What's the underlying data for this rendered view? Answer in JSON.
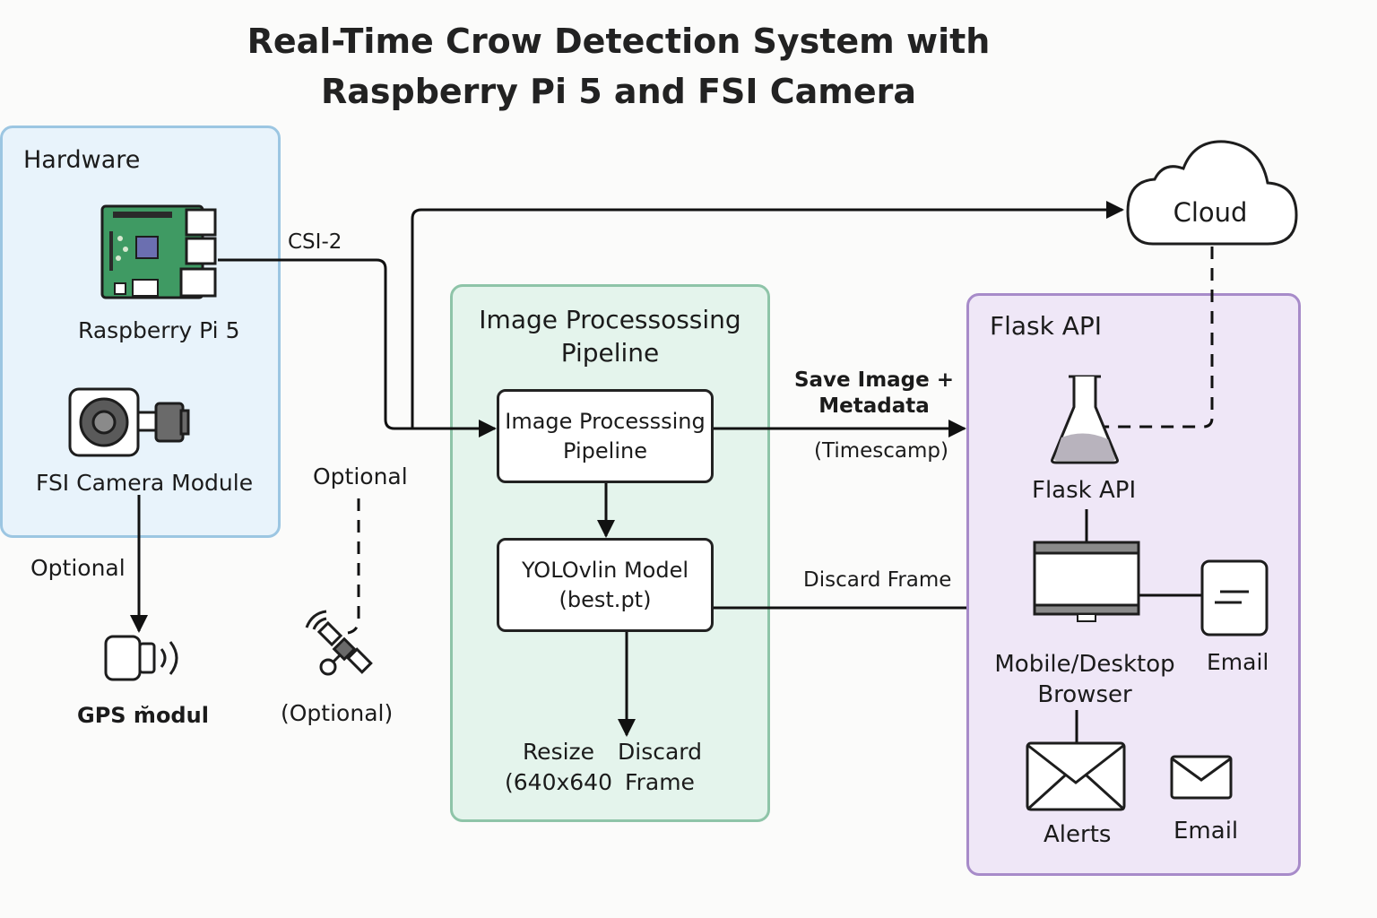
{
  "title": {
    "line1": "Real-Time Crow Detection System with",
    "line2": "Raspberry Pi 5 and FSI Camera"
  },
  "hardware": {
    "heading": "Hardware",
    "raspberry_label": "Raspberry Pi 5",
    "camera_label": "FSI Camera Module",
    "optional_label": "Optional",
    "gps_label": "GPS m̆odul"
  },
  "connections": {
    "csi": "CSI-2",
    "optional_top": "Optional",
    "save_line1": "Save Image +",
    "save_line2": "Metadata",
    "timestamp": "(Timescamp)",
    "discard": "Discard Frame"
  },
  "satellite_label": "(Optional)",
  "pipeline": {
    "heading_line1": "Image Processossing",
    "heading_line2": "Pipeline",
    "box1_line1": "Image Processsing",
    "box1_line2": "Pipeline",
    "box2_line1": "YOLOvlin Model",
    "box2_line2": "(best.pt)",
    "resize_line1": "Resize",
    "resize_line2": "(640x640",
    "discard_line1": "Discard",
    "discard_line2": "Frame"
  },
  "cloud": {
    "label": "Cloud"
  },
  "flask": {
    "heading": "Flask API",
    "flask_label": "Flask API",
    "browser_line1": "Mobile/Desktop",
    "browser_line2": "Browser",
    "email_top": "Email",
    "alerts": "Alerts",
    "email_bottom": "Email"
  },
  "icons": [
    "raspberry-pi-board-icon",
    "camera-module-icon",
    "gps-module-icon",
    "satellite-icon",
    "cloud-icon",
    "flask-icon",
    "monitor-icon",
    "document-icon",
    "envelope-icon",
    "small-envelope-icon"
  ],
  "colors": {
    "hardware_fill": "#e8f3fb",
    "hardware_border": "#9cc6e2",
    "pipeline_fill": "#e4f4ec",
    "pipeline_border": "#8ec4a8",
    "flask_fill": "#efe7f7",
    "flask_border": "#a78bc9",
    "board_green": "#3f9a63"
  }
}
